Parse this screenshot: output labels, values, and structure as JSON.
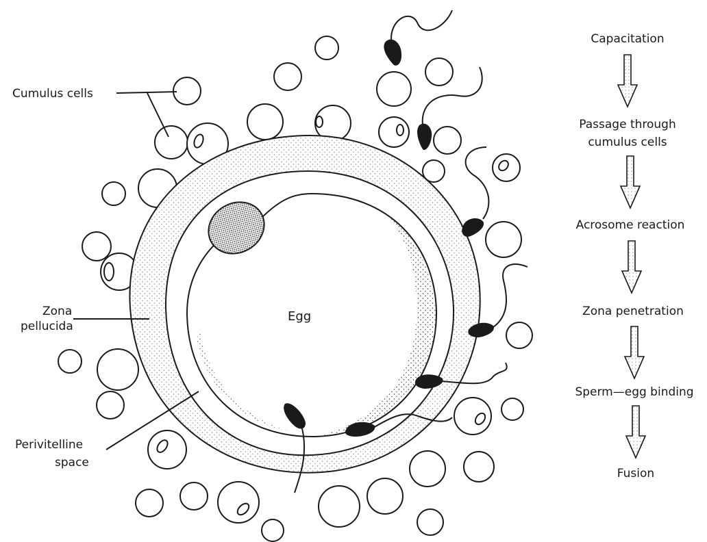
{
  "labels": {
    "cumulus": "Cumulus cells",
    "zona_line1": "Zona",
    "zona_line2": "pellucida",
    "peri_line1": "Perivitelline",
    "peri_line2": "space",
    "egg": "Egg"
  },
  "steps": [
    {
      "lines": [
        "Capacitation"
      ]
    },
    {
      "lines": [
        "Passage through",
        "cumulus cells"
      ]
    },
    {
      "lines": [
        "Acrosome reaction"
      ]
    },
    {
      "lines": [
        "Zona penetration"
      ]
    },
    {
      "lines": [
        "Sperm—egg binding"
      ]
    },
    {
      "lines": [
        "Fusion"
      ]
    }
  ]
}
